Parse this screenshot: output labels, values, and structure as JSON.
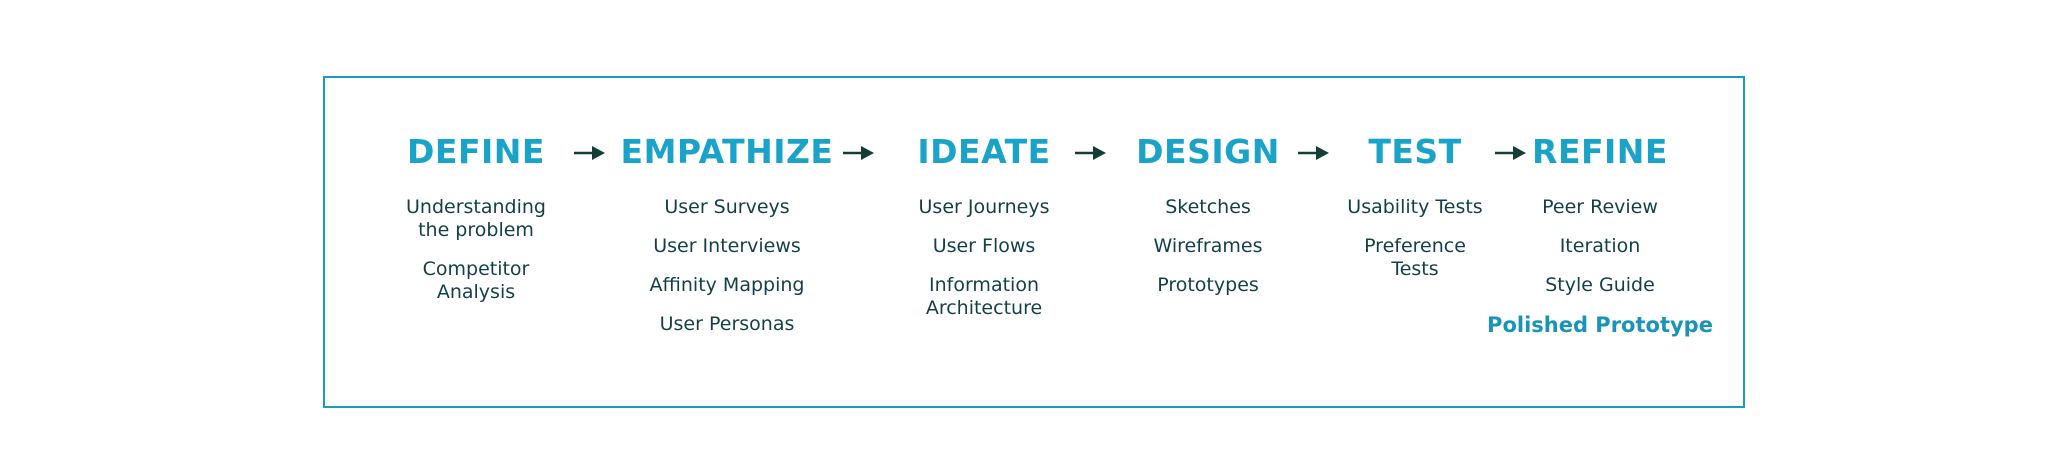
{
  "stages": [
    {
      "title": "DEFINE",
      "items": [
        "Understanding\nthe problem",
        "Competitor\nAnalysis"
      ]
    },
    {
      "title": "EMPATHIZE",
      "items": [
        "User Surveys",
        "User Interviews",
        "Affinity Mapping",
        "User Personas"
      ]
    },
    {
      "title": "IDEATE",
      "items": [
        "User Journeys",
        "User Flows",
        "Information\nArchitecture"
      ]
    },
    {
      "title": "DESIGN",
      "items": [
        "Sketches",
        "Wireframes",
        "Prototypes"
      ]
    },
    {
      "title": "TEST",
      "items": [
        "Usability Tests",
        "Preference\nTests"
      ]
    },
    {
      "title": "REFINE",
      "items": [
        "Peer Review",
        "Iteration",
        "Style Guide"
      ],
      "highlight": "Polished Prototype"
    }
  ],
  "colors": {
    "accent": "#1aa3c8",
    "frame": "#1a9cc0",
    "text": "#123f4a",
    "arrow": "#123f35"
  },
  "arrow_icon": "arrow-right-icon"
}
